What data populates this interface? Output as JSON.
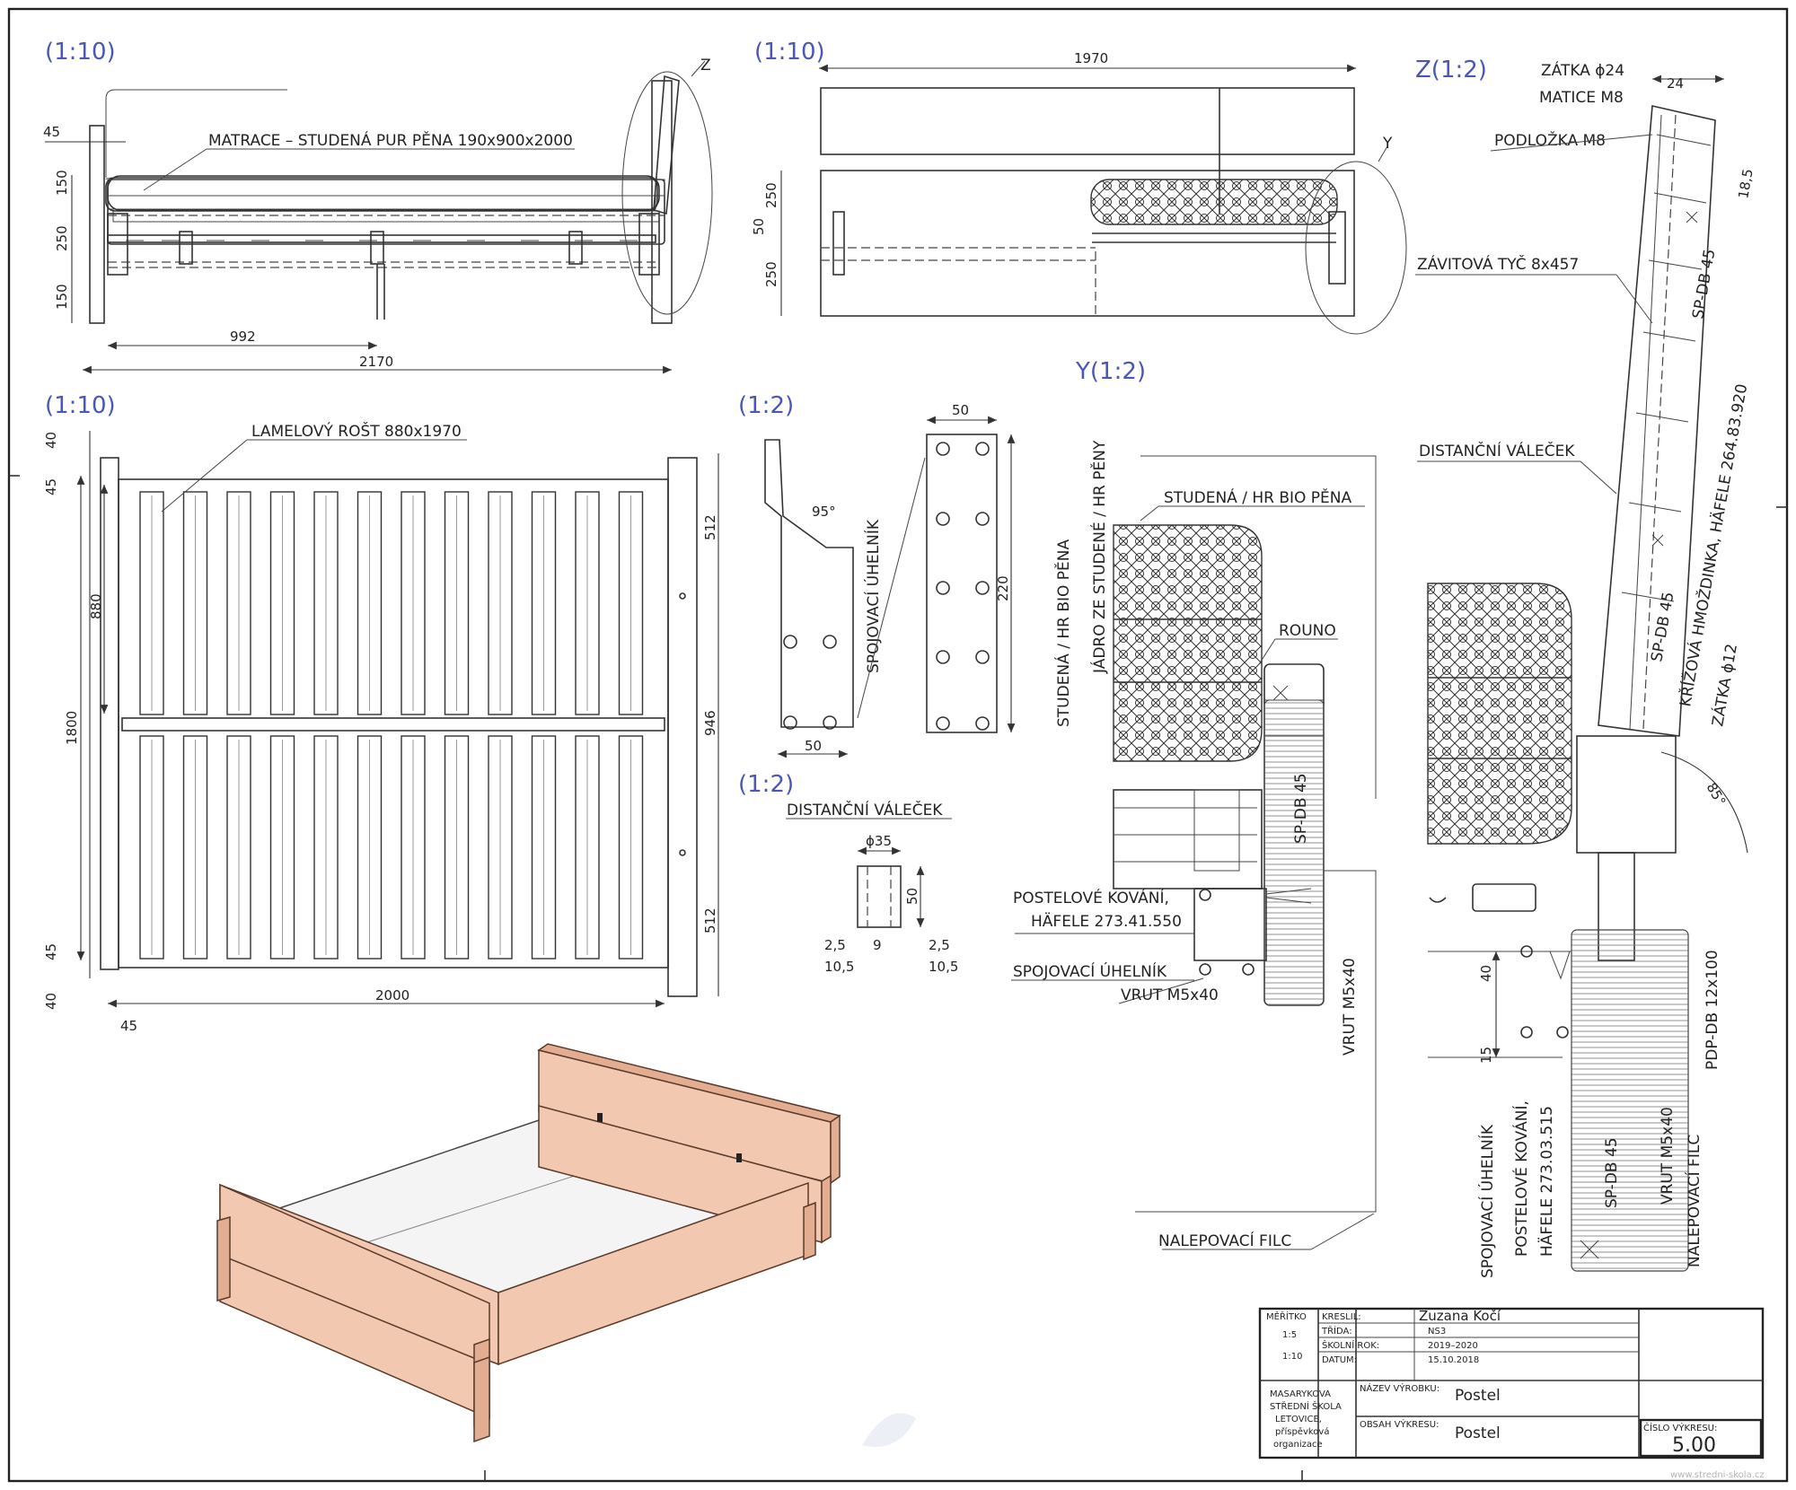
{
  "views": {
    "side": {
      "scale": "(1:10)",
      "mattress": "MATRACE – STUDENÁ PUR PĚNA 190x900x2000",
      "d_45": "45",
      "d_150a": "150",
      "d_250": "250",
      "d_150b": "150",
      "d_992": "992",
      "d_2170": "2170",
      "mark": "Z"
    },
    "front": {
      "scale": "(1:10)",
      "d_1970": "1970",
      "d_50": "50",
      "d_250a": "250",
      "d_250b": "250",
      "mark": "Y"
    },
    "plan": {
      "scale": "(1:10)",
      "slat": "LAMELOVÝ ROŠT 880x1970",
      "d_40a": "40",
      "d_45a": "45",
      "d_880": "880",
      "d_1800": "1800",
      "d_45b": "45",
      "d_40b": "40",
      "d_2000": "2000",
      "d_45c": "45",
      "d_512a": "512",
      "d_946": "946",
      "d_512b": "512"
    },
    "bracket": {
      "scale": "(1:2)",
      "d_50a": "50",
      "d_220": "220",
      "d_95": "95°",
      "d_50b": "50",
      "label": "SPOJOVACÍ ÚHELNÍK"
    },
    "spacer": {
      "scale": "(1:2)",
      "label": "DISTANČNÍ VÁLEČEK",
      "d_phi35": "ϕ35",
      "d_50": "50",
      "d_25a": "2,5",
      "d_9": "9",
      "d_25b": "2,5",
      "d_105a": "10,5",
      "d_105b": "10,5"
    },
    "detailY": {
      "scale": "Y(1:2)",
      "foam_top": "STUDENÁ / HR BIO PĚNA",
      "core": "JÁDRO ZE STUDENÉ / HR PĚNY",
      "foam_side": "STUDENÁ / HR BIO PĚNA",
      "rouno": "ROUNO",
      "sp": "SP-DB 45",
      "fitting1": "POSTELOVÉ KOVÁNÍ,",
      "fitting2": "HÄFELE 273.41.550",
      "bracket": "SPOJOVACÍ ÚHELNÍK",
      "screw": "VRUT M5x40",
      "screw_v": "VRUT M5x40",
      "felt": "NALEPOVACÍ FILC"
    },
    "detailZ": {
      "scale": "Z(1:2)",
      "cap24": "ZÁTKA ϕ24",
      "nut": "MATICE M8",
      "washer": "PODLOŽKA M8",
      "rod": "ZÁVITOVÁ TYČ 8x457",
      "spacer": "DISTANČNÍ VÁLEČEK",
      "sp1": "SP-DB 45",
      "sp2": "SP-DB 45",
      "sp3": "SP-DB 45",
      "dowel": "KŘÍŽOVÁ HMOŽDINKA, HÄFELE 264.83.920",
      "cap12": "ZÁTKA ϕ12",
      "d_24": "24",
      "d_185": "18,5",
      "d_85": "85°",
      "d_40": "40",
      "d_15": "15",
      "pdp": "PDP-DB 12x100",
      "bracket_v": "SPOJOVACÍ ÚHELNÍK",
      "fitting_v1": "POSTELOVÉ KOVÁNÍ,",
      "fitting_v2": "HÄFELE 273.03.515",
      "screw_v": "VRUT M5x40",
      "felt_v": "NALEPOVACÍ FILC"
    }
  },
  "titleblock": {
    "scale_h": "MĚŘÍTKO",
    "scale_1": "1:5",
    "scale_2": "1:10",
    "drew_l": "KRESLIL:",
    "drew_v": "Zuzana Kočí",
    "class_l": "TŘÍDA:",
    "class_v": "NS3",
    "year_l": "ŠKOLNÍ ROK:",
    "year_v": "2019–2020",
    "date_l": "DATUM:",
    "date_v": "15.10.2018",
    "school1": "MASARYKOVA",
    "school2": "STŘEDNÍ ŠKOLA",
    "school3": "LETOVICE,",
    "school4": "příspěvková",
    "school5": "organizace",
    "product_l": "NÁZEV VÝROBKU:",
    "product_v": "Postel",
    "content_l": "OBSAH VÝKRESU:",
    "content_v": "Postel",
    "drawing_l": "ČÍSLO VÝKRESU:",
    "drawing_v": "5.00"
  },
  "watermark": "www.stredni-skola.cz"
}
